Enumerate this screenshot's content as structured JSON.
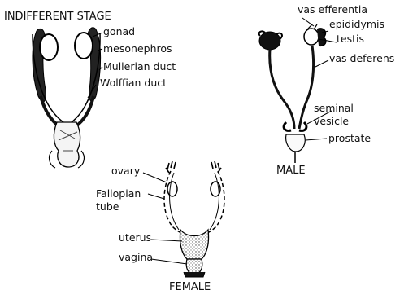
{
  "indifferent": {
    "title": "INDIFFERENT STAGE",
    "labels": {
      "gonad": "gonad",
      "mesonephros": "mesonephros",
      "mullerian": "Mullerian duct",
      "wolffian": "Wolffian duct"
    }
  },
  "male": {
    "title": "MALE",
    "labels": {
      "vas_efferentia": "vas efferentia",
      "epididymis": "epididymis",
      "testis": "testis",
      "vas_deferens": "vas deferens",
      "seminal_vesicle_1": "seminal",
      "seminal_vesicle_2": "vesicle",
      "prostate": "prostate"
    }
  },
  "female": {
    "title": "FEMALE",
    "labels": {
      "ovary": "ovary",
      "fallopian_1": "Fallopian",
      "fallopian_2": "tube",
      "uterus": "uterus",
      "vagina": "vagina"
    }
  }
}
